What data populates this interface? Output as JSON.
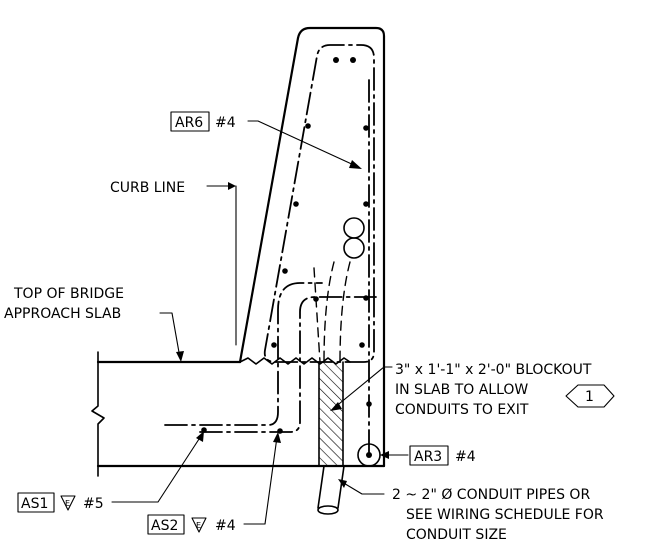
{
  "labels": {
    "ar6": "AR6",
    "ar6_size": "#4",
    "curb_line": "CURB LINE",
    "top_line1": "TOP OF BRIDGE",
    "top_line2": "APPROACH SLAB",
    "blockout_line1": "3\" x 1'-1\" x 2'-0\" BLOCKOUT",
    "blockout_line2": "IN SLAB TO ALLOW",
    "blockout_line3": "CONDUITS TO EXIT",
    "note_tag": "1",
    "ar3": "AR3",
    "ar3_size": "#4",
    "as1": "AS1",
    "as1_size": "#5",
    "as2": "AS2",
    "as2_size": "#4",
    "epoxy_mark": "E",
    "conduit_line1": "2 ~ 2\" Ø CONDUIT PIPES OR",
    "conduit_line2": "SEE WIRING SCHEDULE FOR",
    "conduit_line3": "CONDUIT SIZE"
  }
}
